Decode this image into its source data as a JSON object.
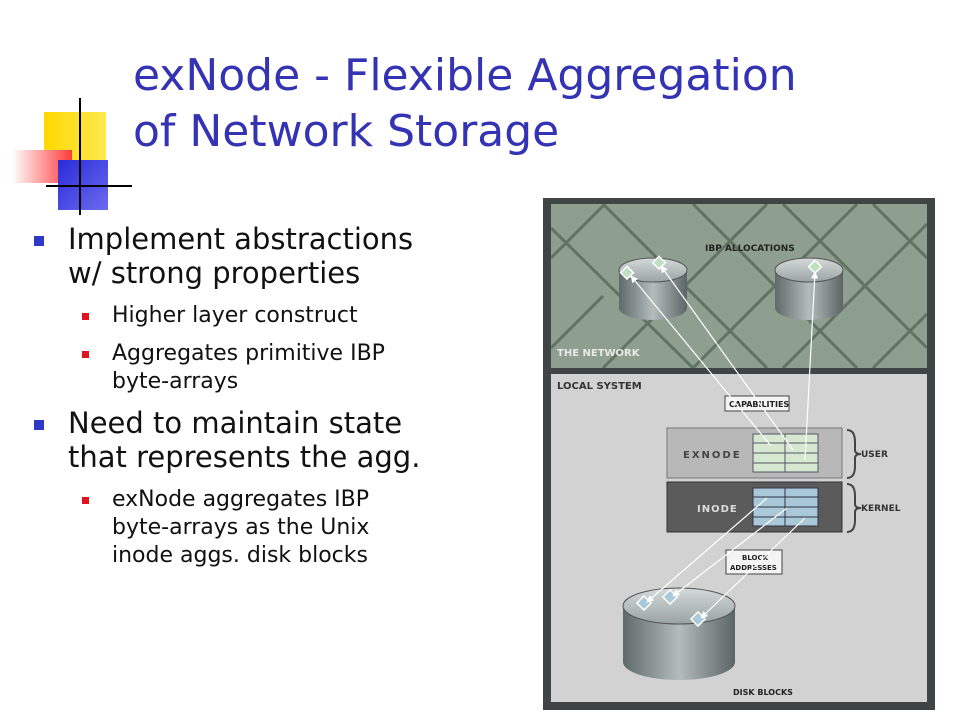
{
  "slide": {
    "title_line1": "exNode - Flexible Aggregation",
    "title_line2": "of Network  Storage",
    "bullets": [
      {
        "text_line1": "Implement abstractions",
        "text_line2": "w/ strong properties",
        "sub": [
          {
            "line1": "Higher layer construct",
            "line2": ""
          },
          {
            "line1": "Aggregates primitive IBP",
            "line2": "byte-arrays"
          }
        ]
      },
      {
        "text_line1": "Need to maintain state",
        "text_line2": "that represents the agg.",
        "sub": [
          {
            "line1": "exNode aggregates IBP",
            "line2": "byte-arrays as the Unix",
            "line3": "inode aggs. disk blocks"
          }
        ]
      }
    ]
  },
  "diagram": {
    "ibp_allocations": "IBP ALLOCATIONS",
    "the_network": "THE NETWORK",
    "local_system": "LOCAL SYSTEM",
    "capabilities": "CAPABILITIES",
    "exnode": "EXNODE",
    "inode": "INODE",
    "user": "USER",
    "kernel": "KERNEL",
    "block_addresses_1": "BLOCK",
    "block_addresses_2": "ADDRESSES",
    "disk_blocks": "DISK BLOCKS"
  },
  "colors": {
    "title": "#3333b3",
    "bullet_main": "#2e39c8",
    "bullet_sub": "#e0141e",
    "network_bg": "#8f9f8f",
    "local_bg": "#d2d2d2"
  }
}
